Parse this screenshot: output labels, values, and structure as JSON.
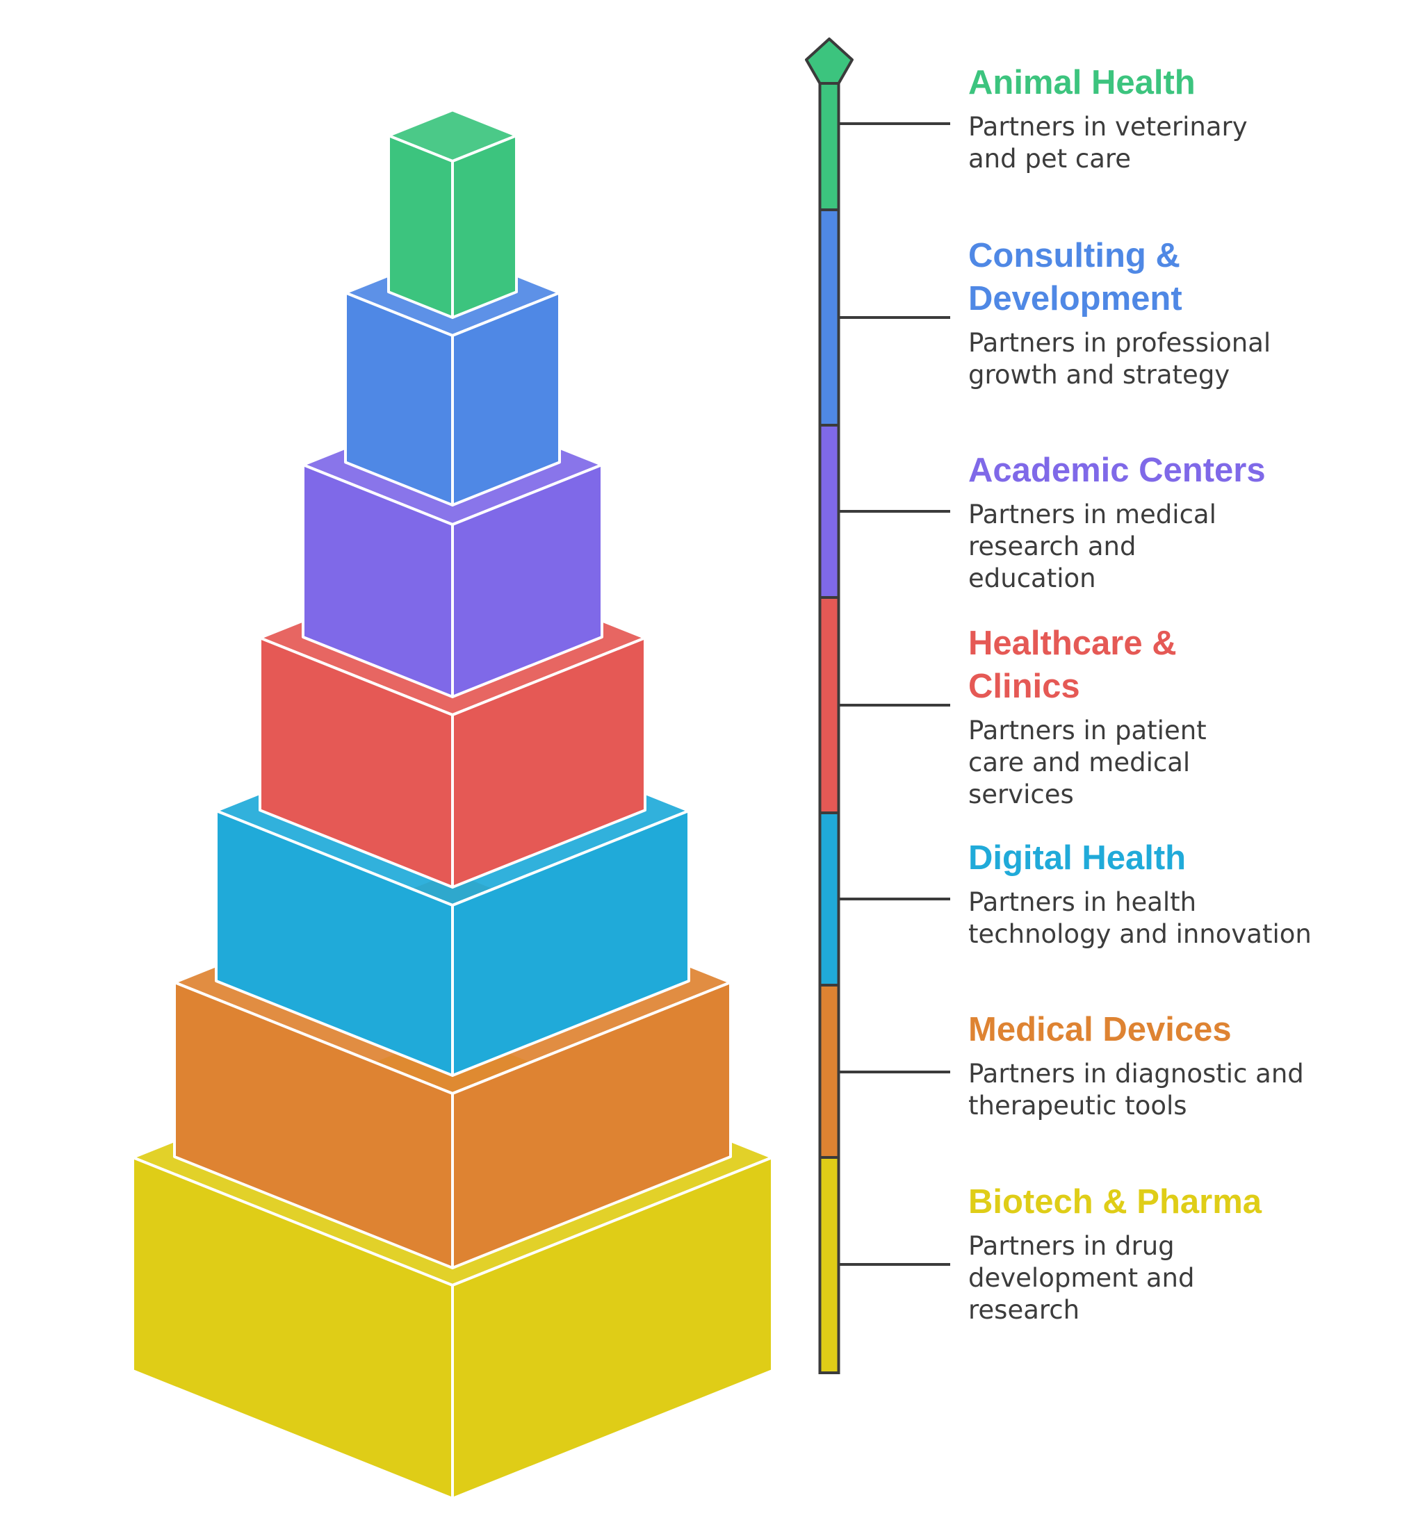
{
  "levels": [
    {
      "title": "Animal Health",
      "description": "Partners in veterinary and pet care",
      "color": "#3cc47e"
    },
    {
      "title": "Consulting & Development",
      "description": "Partners in professional growth and strategy",
      "color": "#4f88e5"
    },
    {
      "title": "Academic Centers",
      "description": "Partners in medical research and education",
      "color": "#7f69e8"
    },
    {
      "title": "Healthcare & Clinics",
      "description": "Partners in patient care and medical services",
      "color": "#e55955"
    },
    {
      "title": "Digital Health",
      "description": "Partners in health technology and innovation",
      "color": "#20aad9"
    },
    {
      "title": "Medical Devices",
      "description": "Partners in diagnostic and therapeutic tools",
      "color": "#de8332"
    },
    {
      "title": "Biotech & Pharma",
      "description": "Partners in drug development and research",
      "color": "#dfcd17"
    }
  ]
}
